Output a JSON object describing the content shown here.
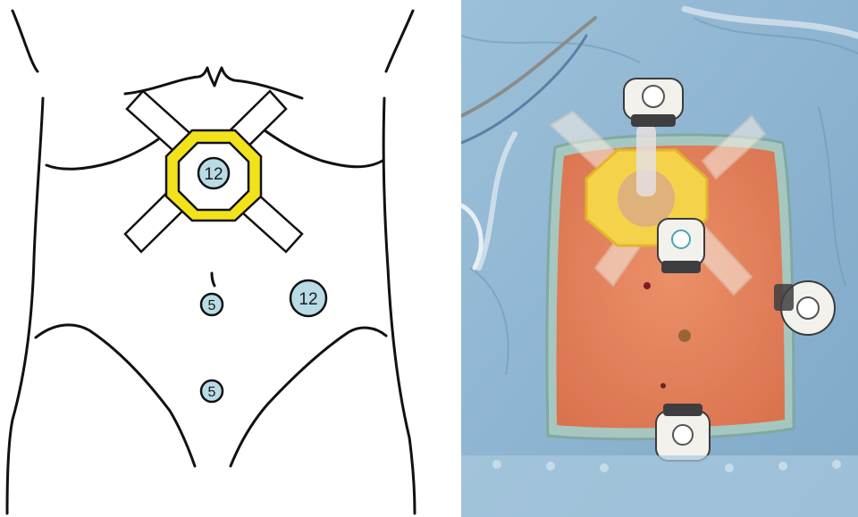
{
  "diagram": {
    "ports": [
      {
        "id": "port-12-upper",
        "label": "12"
      },
      {
        "id": "port-12-right",
        "label": "12"
      },
      {
        "id": "port-5-umbilical",
        "label": "5"
      },
      {
        "id": "port-5-lower",
        "label": "5"
      }
    ],
    "colors": {
      "port_fill": "#b9dbe6",
      "platform_yellow": "#f2e21b",
      "outline": "#111111"
    }
  },
  "photo": {
    "colors": {
      "drape_blue": "#8ab3d1",
      "skin": "#e6845f",
      "platform_yellow": "#f4d34a",
      "trocar_white": "#f3f1ec"
    }
  }
}
